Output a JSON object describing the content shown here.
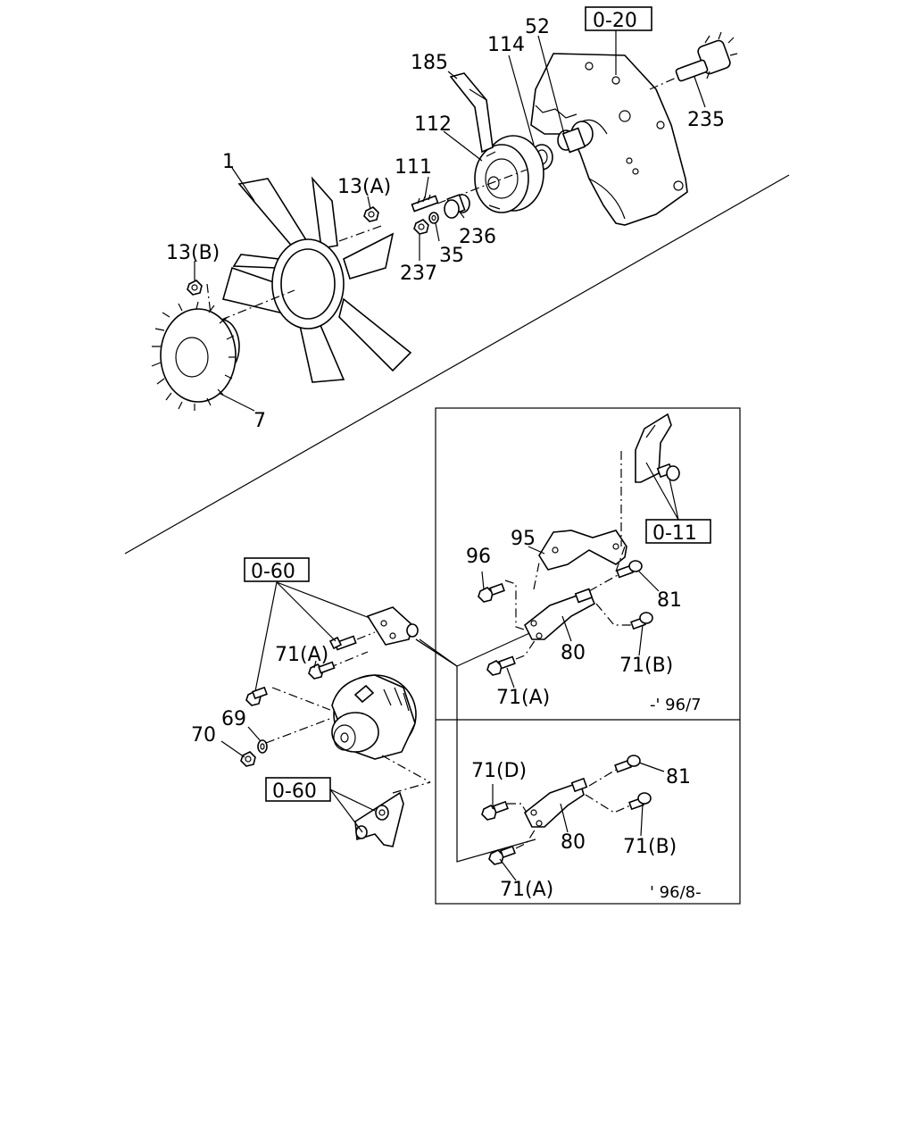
{
  "labels": {
    "l1": "1",
    "l7": "7",
    "l13a": "13(A)",
    "l13b": "13(B)",
    "l111": "111",
    "l112": "112",
    "l114": "114",
    "l185": "185",
    "l52": "52",
    "l235": "235",
    "l236": "236",
    "l35": "35",
    "l237": "237",
    "l96": "96",
    "l95": "95",
    "l81a": "81",
    "l80a": "80",
    "l71b_a": "71(B)",
    "l71a_a": "71(A)",
    "l71d": "71(D)",
    "l81b": "81",
    "l80b": "80",
    "l71b_b": "71(B)",
    "l71a_b": "71(A)",
    "l71a_left": "71(A)",
    "l69": "69",
    "l70": "70"
  },
  "refs": {
    "r020": "0-20",
    "r011": "0-11",
    "r060a": "0-60",
    "r060b": "0-60"
  },
  "dates": {
    "upper": "-' 96/7",
    "lower": "' 96/8-"
  }
}
